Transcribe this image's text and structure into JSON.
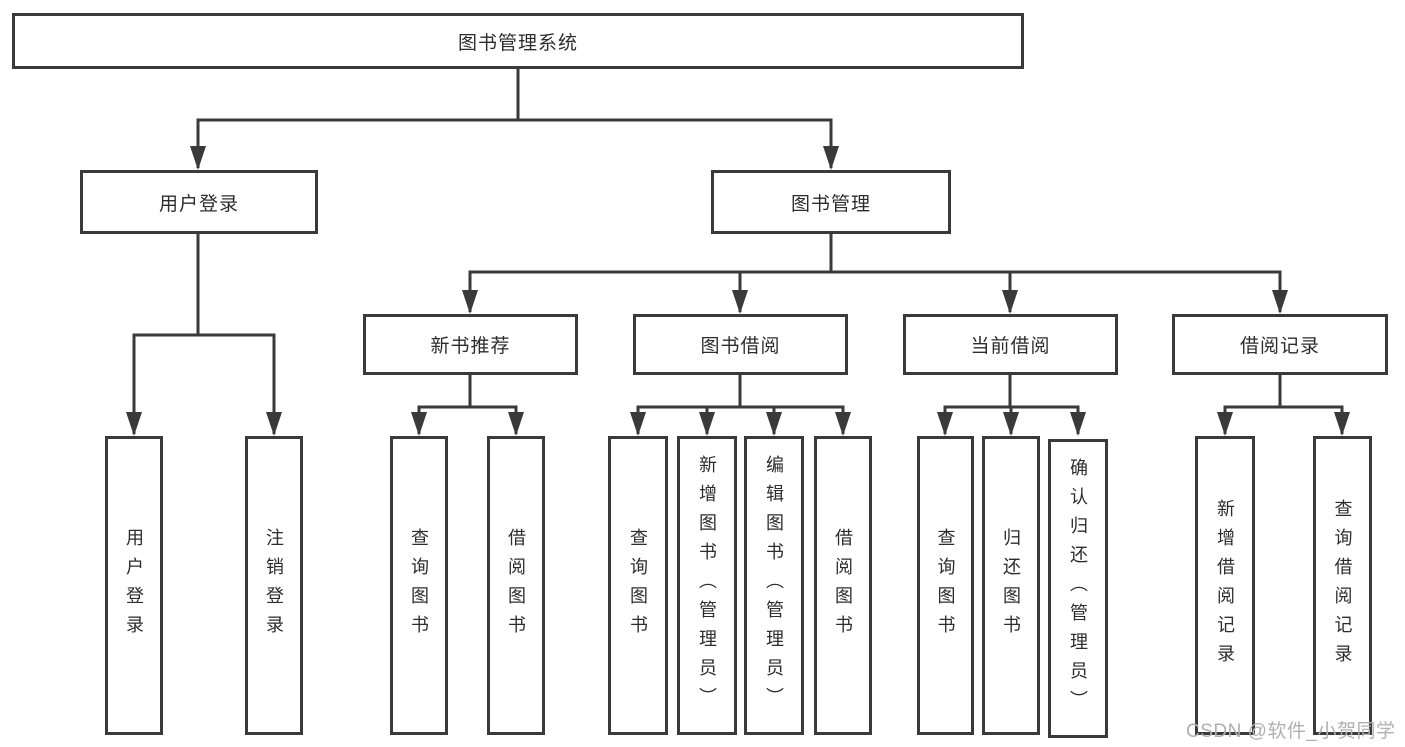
{
  "diagram_title": "图书管理系统",
  "colors": {
    "line": "#3a3a3a",
    "box_border": "#3a3a3a",
    "box_fill": "#ffffff",
    "text": "#2d2d2d",
    "watermark": "#b0b0b0",
    "background": "#ffffff"
  },
  "watermark": {
    "text": "CSDN @软件_小贺同学"
  },
  "tree": {
    "label": "图书管理系统",
    "children": [
      {
        "label": "用户登录",
        "children": [
          {
            "label": "用户登录"
          },
          {
            "label": "注销登录"
          }
        ]
      },
      {
        "label": "图书管理",
        "children": [
          {
            "label": "新书推荐",
            "children": [
              {
                "label": "查询图书"
              },
              {
                "label": "借阅图书"
              }
            ]
          },
          {
            "label": "图书借阅",
            "children": [
              {
                "label": "查询图书"
              },
              {
                "label": "新增图书（管理员）"
              },
              {
                "label": "编辑图书（管理员）"
              },
              {
                "label": "借阅图书"
              }
            ]
          },
          {
            "label": "当前借阅",
            "children": [
              {
                "label": "查询图书"
              },
              {
                "label": "归还图书"
              },
              {
                "label": "确认归还（管理员）"
              }
            ]
          },
          {
            "label": "借阅记录",
            "children": [
              {
                "label": "新增借阅记录"
              },
              {
                "label": "查询借阅记录"
              }
            ]
          }
        ]
      }
    ]
  }
}
